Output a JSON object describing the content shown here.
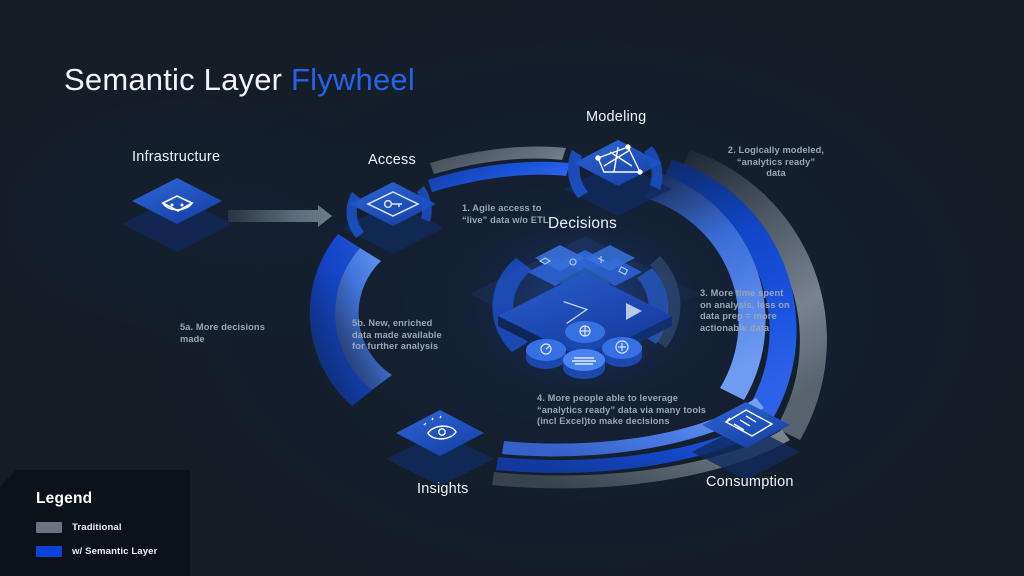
{
  "title": {
    "main": "Semantic Layer ",
    "accent": "Flywheel"
  },
  "colors": {
    "background": "#151e27",
    "accent_blue": "#2563eb",
    "traditional_gray": "#6b7280",
    "semantic_blue": "#0b43d8",
    "arc_light_blue": "#4c7fe0",
    "arc_dark_blue": "#1546c8",
    "node_blue": "#1f56c9",
    "text_primary": "#eef2f6",
    "text_note": "#9aa6b4"
  },
  "nodes": [
    {
      "id": "infrastructure",
      "label": "Infrastructure",
      "icon": "database-icon"
    },
    {
      "id": "access",
      "label": "Access",
      "icon": "key-card-icon"
    },
    {
      "id": "modeling",
      "label": "Modeling",
      "icon": "network-graph-icon"
    },
    {
      "id": "decisions",
      "label": "Decisions",
      "icon": "data-cube-icon"
    },
    {
      "id": "consumption",
      "label": "Consumption",
      "icon": "report-icon"
    },
    {
      "id": "insights",
      "label": "Insights",
      "icon": "eye-insight-icon"
    }
  ],
  "annotations": [
    {
      "id": "step-1",
      "lines": [
        "1. Agile access to",
        "“live” data w/o ETL"
      ]
    },
    {
      "id": "step-2",
      "lines": [
        "2. Logically modeled,",
        "“analytics ready”",
        "data"
      ]
    },
    {
      "id": "step-3",
      "lines": [
        "3. More time spent",
        "on analysis, less on",
        "data prep = more",
        "actionable data"
      ]
    },
    {
      "id": "step-4",
      "lines": [
        "4. More people able to leverage",
        "“analytics ready” data via many tools",
        "(incl Excel)to make decisions"
      ]
    },
    {
      "id": "step-5a",
      "lines": [
        "5a. More decisions",
        "made"
      ]
    },
    {
      "id": "step-5b",
      "lines": [
        "5b. New, enriched",
        "data made available",
        "for further analysis"
      ]
    }
  ],
  "legend": {
    "title": "Legend",
    "items": [
      {
        "label": "Traditional",
        "color": "#6b7280"
      },
      {
        "label": "w/ Semantic Layer",
        "color": "#0b43d8"
      }
    ]
  }
}
